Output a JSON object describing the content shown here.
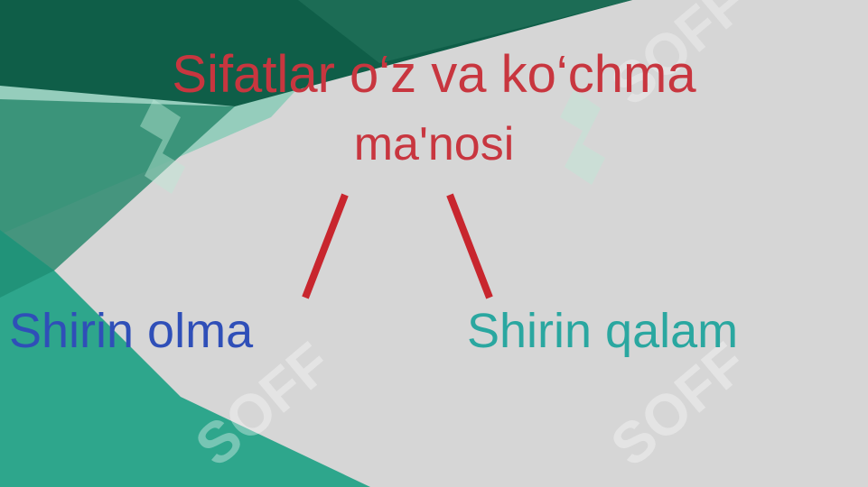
{
  "colors": {
    "background": "#d6d6d6",
    "dark_green": "#0f5e48",
    "mid_green": "#2b8a6e",
    "teal": "#2ea68c",
    "light_teal": "#7fc9b3",
    "title": "#c8363f",
    "connector": "#c8262e",
    "left_leaf": "#2f4fb8",
    "right_leaf": "#2aa7a0",
    "watermark": "#ffffff"
  },
  "diagram": {
    "title_line1": "Sifatlar o‘z va ko‘chma",
    "title_line2": "ma'nosi",
    "left_leaf": "Shirin olma",
    "right_leaf": "Shirin qalam"
  },
  "watermark": {
    "logo_icon": "soff-logo-icon",
    "text": "SOFF"
  }
}
